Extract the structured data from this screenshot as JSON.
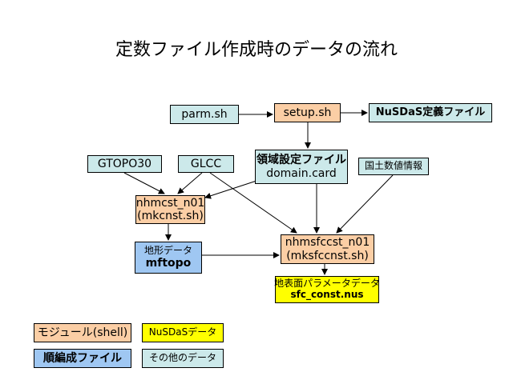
{
  "title": "定数ファイル作成時のデータの流れ",
  "nodes": {
    "parm": "parm.sh",
    "setup": "setup.sh",
    "nusdas_def": "NuSDaS定義ファイル",
    "gtopo": "GTOPO30",
    "glcc": "GLCC",
    "domain_line1": "領域設定ファイル",
    "domain_line2": "domain.card",
    "kokudo": "国土数値情報",
    "nhmcst_line1": "nhmcst_n01",
    "nhmcst_line2": "(mkcnst.sh)",
    "mftopo_line1": "地形データ",
    "mftopo_line2": "mftopo",
    "nhmsfc_line1": "nhmsfccst_n01",
    "nhmsfc_line2": "(mksfccnst.sh)",
    "sfc_line1": "地表面パラメータデータ",
    "sfc_line2": "sfc_const.nus"
  },
  "legend": {
    "module": "モジュール(shell)",
    "nusdas_data": "NuSDaSデータ",
    "sequential": "順編成ファイル",
    "other": "その他のデータ"
  },
  "colors": {
    "teal": "#cce9ea",
    "orange": "#fbcea5",
    "blue": "#9fc7f2",
    "yellow": "#ffff00"
  }
}
